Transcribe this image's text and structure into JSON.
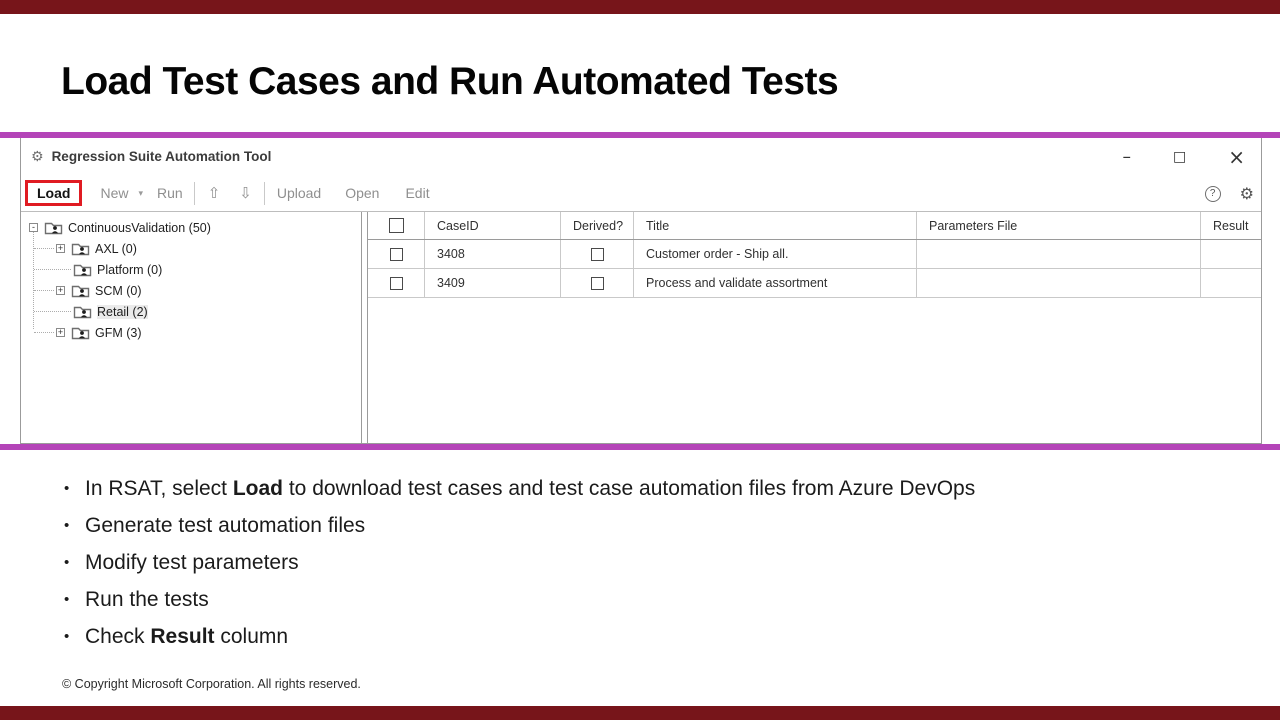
{
  "slide": {
    "title": "Load Test Cases and Run Automated Tests",
    "footer": "© Copyright Microsoft Corporation. All rights reserved.",
    "colors": {
      "accent_bar": "#77151a",
      "screenshot_border": "#b444b8",
      "load_highlight": "#e01b22"
    }
  },
  "bullets": [
    {
      "segments": [
        {
          "text": "In RSAT, select ",
          "bold": false
        },
        {
          "text": "Load",
          "bold": true
        },
        {
          "text": " to download test cases and test case automation files from Azure DevOps",
          "bold": false
        }
      ]
    },
    {
      "segments": [
        {
          "text": "Generate test automation files",
          "bold": false
        }
      ]
    },
    {
      "segments": [
        {
          "text": "Modify test parameters",
          "bold": false
        }
      ]
    },
    {
      "segments": [
        {
          "text": "Run the tests",
          "bold": false
        }
      ]
    },
    {
      "segments": [
        {
          "text": "Check ",
          "bold": false
        },
        {
          "text": "Result",
          "bold": true
        },
        {
          "text": " column",
          "bold": false
        }
      ]
    }
  ],
  "app": {
    "window_title": "Regression Suite Automation Tool",
    "window_controls": {
      "minimize": "–",
      "maximize": "□",
      "close": "×"
    },
    "toolbar": {
      "load": "Load",
      "new": "New",
      "new_caret": "▾",
      "run": "Run",
      "up_arrow": "⇧",
      "down_arrow": "⇩",
      "upload": "Upload",
      "open": "Open",
      "edit": "Edit",
      "help": "?",
      "settings_gear": "⚙"
    },
    "tree": {
      "items": [
        {
          "label": "ContinuousValidation (50)",
          "expander": "minus",
          "level": 0,
          "highlighted": false
        },
        {
          "label": "AXL (0)",
          "expander": "plus",
          "level": 1,
          "highlighted": false
        },
        {
          "label": "Platform (0)",
          "expander": "none",
          "level": 1,
          "highlighted": false
        },
        {
          "label": "SCM (0)",
          "expander": "plus",
          "level": 1,
          "highlighted": false
        },
        {
          "label": "Retail (2)",
          "expander": "none",
          "level": 1,
          "highlighted": true
        },
        {
          "label": "GFM (3)",
          "expander": "plus",
          "level": 1,
          "highlighted": false
        }
      ]
    },
    "grid": {
      "columns": [
        "",
        "CaseID",
        "Derived?",
        "Title",
        "Parameters File",
        "Result"
      ],
      "rows": [
        {
          "selected": false,
          "case_id": "3408",
          "derived": false,
          "title": "Customer order - Ship all.",
          "parameters_file": "",
          "result": ""
        },
        {
          "selected": false,
          "case_id": "3409",
          "derived": false,
          "title": "Process and validate assortment",
          "parameters_file": "",
          "result": ""
        }
      ]
    }
  }
}
